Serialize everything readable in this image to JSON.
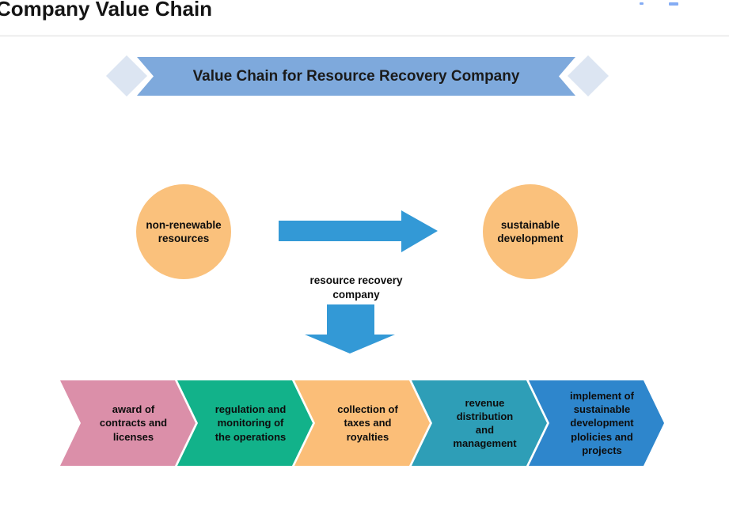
{
  "page": {
    "title": "Company Value Chain"
  },
  "banner": {
    "label": "Value Chain for Resource Recovery Company",
    "band_color": "#7EA9DC",
    "diamond_color": "#DCE5F2",
    "text_color": "#1b1b1b"
  },
  "flow": {
    "source_circle": {
      "label": "non-renewable\nresources",
      "color": "#FAC17C"
    },
    "target_circle": {
      "label": "sustainable\ndevelopment",
      "color": "#FAC17C"
    },
    "arrow_caption": "resource recovery\ncompany",
    "arrow_color": "#3399D6"
  },
  "process_steps": [
    {
      "label": "award of\ncontracts and\nlicenses",
      "color": "#DB8FA9"
    },
    {
      "label": "regulation and\nmonitoring of\nthe operations",
      "color": "#12B28A"
    },
    {
      "label": "collection of\ntaxes and\nroyalties",
      "color": "#FBBE78"
    },
    {
      "label": "revenue\ndistribution\nand\nmanagement",
      "color": "#2E9EB7"
    },
    {
      "label": "implement of\nsustainable\ndevelopment\nplolicies and\nprojects",
      "color": "#2E86CC"
    }
  ]
}
